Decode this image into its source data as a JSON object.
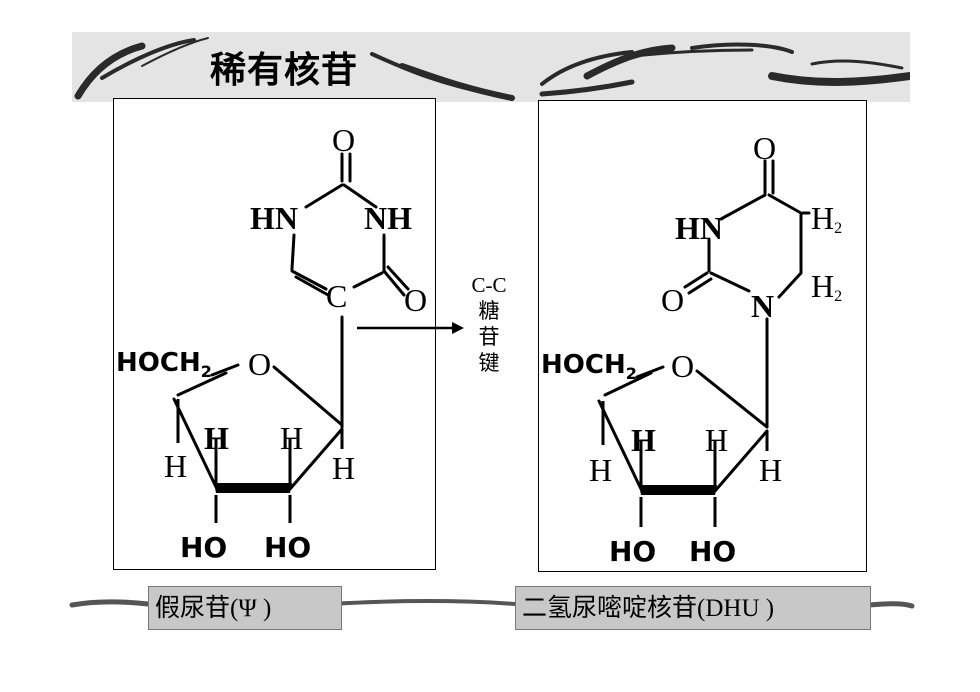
{
  "title": "稀有核苷",
  "bond_label": [
    "C-C",
    "糖",
    "苷",
    "键"
  ],
  "captions": {
    "left_cn": "假尿苷",
    "left_latin": "(Ψ )",
    "right_cn": "二氢尿嘧啶核苷",
    "right_latin": "(DHU )"
  },
  "pseudouridine": {
    "atoms": {
      "o_top": "O",
      "hn_left": "HN",
      "nh_right": "NH",
      "c5": "C",
      "o_right": "O",
      "hoch2": "HOCH",
      "ch2_sub": "2",
      "ring_o": "O",
      "h_up1": "H",
      "h_up2": "H",
      "h_low1": "H",
      "h_low2": "H",
      "ho1": "HO",
      "ho2": "HO"
    }
  },
  "dihydrouridine": {
    "atoms": {
      "o_top": "O",
      "hn_left": "HN",
      "h2_upper": "H",
      "h2_upper_sub": "2",
      "o_left": "O",
      "n1": "N",
      "h2_lower": "H",
      "h2_lower_sub": "2",
      "hoch2": "HOCH",
      "ch2_sub": "2",
      "ring_o": "O",
      "h_up1": "H",
      "h_up2": "H",
      "h_low1": "H",
      "h_low2": "H",
      "ho1": "HO",
      "ho2": "HO"
    }
  },
  "colors": {
    "banner_fill": "#e4e4e4",
    "banner_swoosh": "#2a2a2a",
    "caption_fill": "#c8c8c8",
    "line": "#000000"
  }
}
